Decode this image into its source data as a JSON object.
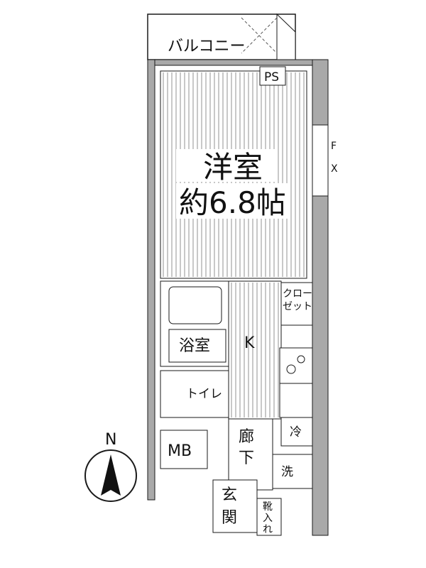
{
  "labels": {
    "balcony": "バルコニー",
    "ps": "PS",
    "fix": "F\nX",
    "room_name": "洋室",
    "room_size": "約6.8帖",
    "closet": "クロー\nゼット",
    "bath": "浴室",
    "kitchen": "K",
    "toilet": "トイレ",
    "fridge": "冷",
    "washer": "洗",
    "corridor": "廊\n下",
    "mb": "MB",
    "entrance": "玄\n関",
    "shoe_storage": "靴\n入\nれ",
    "north": "N"
  },
  "colors": {
    "wall": "#a9a9a9",
    "line": "#1a1a1a",
    "background": "#ffffff"
  }
}
